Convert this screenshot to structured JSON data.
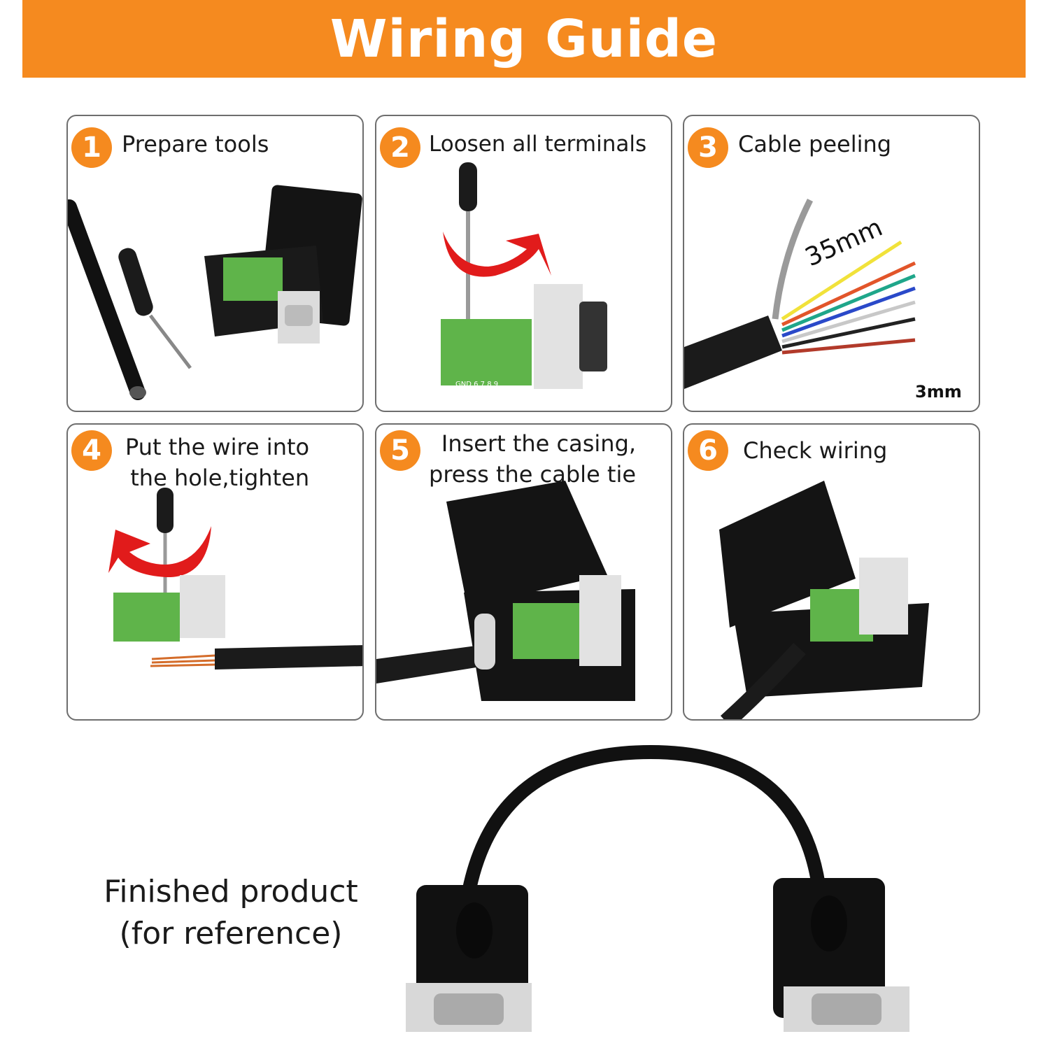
{
  "title": "Wiring Guide",
  "steps": [
    {
      "number": "1",
      "label": "Prepare tools"
    },
    {
      "number": "2",
      "label": "Loosen all terminals"
    },
    {
      "number": "3",
      "label": "Cable peeling"
    },
    {
      "number": "4",
      "label": "Put the wire into\nthe hole,tighten"
    },
    {
      "number": "5",
      "label": "Insert the casing,\npress the cable tie"
    },
    {
      "number": "6",
      "label": "Check wiring"
    }
  ],
  "measurements": {
    "strip_length": "35mm",
    "core_length": "3mm"
  },
  "pcb_marking": "GND 6 7 8 9",
  "finished": {
    "line1": "Finished product",
    "line2": "(for reference)"
  },
  "colors": {
    "accent": "#f58a1f",
    "terminal_green": "#5fb44a",
    "arrow_red": "#e11b1b"
  }
}
